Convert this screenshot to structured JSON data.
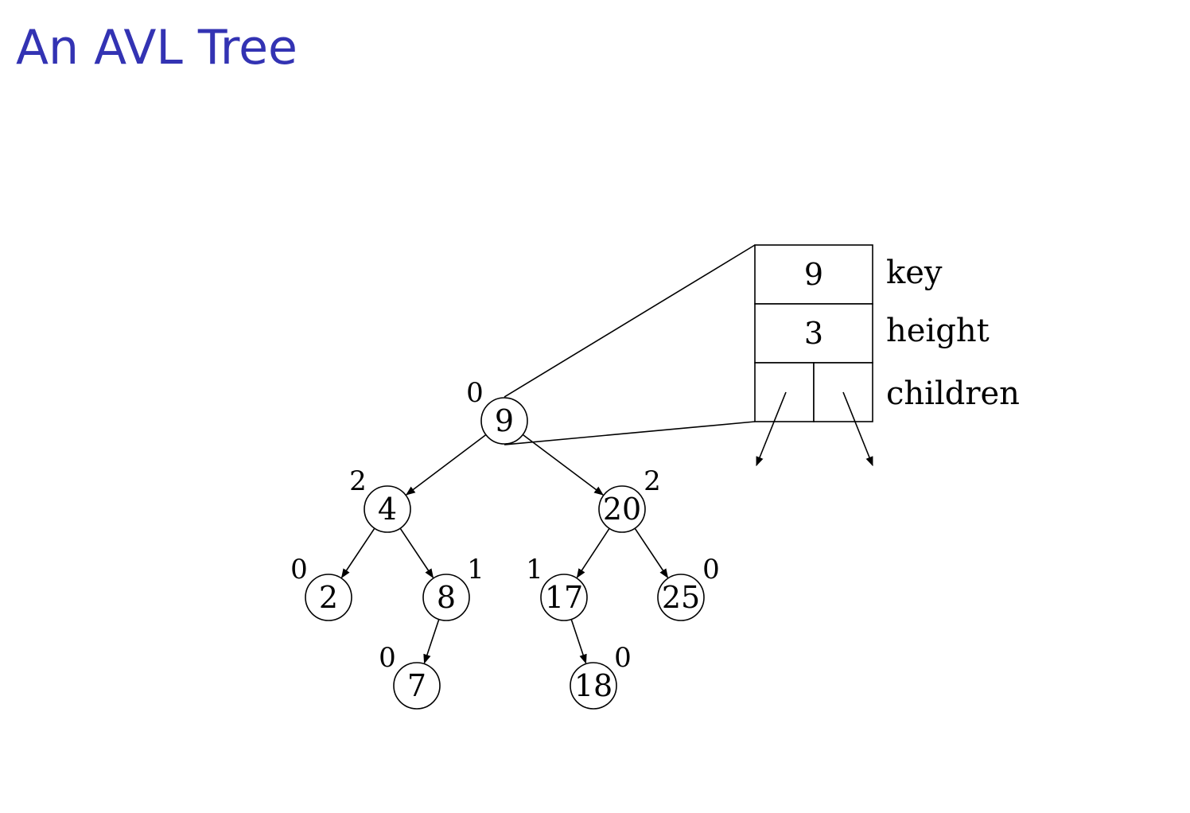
{
  "title": "An AVL Tree",
  "tree": {
    "nodes": [
      {
        "id": "n9",
        "key": "9",
        "height": "0"
      },
      {
        "id": "n4",
        "key": "4",
        "height": "2"
      },
      {
        "id": "n20",
        "key": "20",
        "height": "2"
      },
      {
        "id": "n2",
        "key": "2",
        "height": "0"
      },
      {
        "id": "n8",
        "key": "8",
        "height": "1"
      },
      {
        "id": "n17",
        "key": "17",
        "height": "1"
      },
      {
        "id": "n25",
        "key": "25",
        "height": "0"
      },
      {
        "id": "n7",
        "key": "7",
        "height": "0"
      },
      {
        "id": "n18",
        "key": "18",
        "height": "0"
      }
    ],
    "edges": [
      [
        "n9",
        "n4"
      ],
      [
        "n9",
        "n20"
      ],
      [
        "n4",
        "n2"
      ],
      [
        "n4",
        "n8"
      ],
      [
        "n20",
        "n17"
      ],
      [
        "n20",
        "n25"
      ],
      [
        "n8",
        "n7"
      ],
      [
        "n17",
        "n18"
      ]
    ]
  },
  "node_detail": {
    "key_value": "9",
    "height_value": "3",
    "labels": {
      "key": "key",
      "height": "height",
      "children": "children"
    }
  }
}
